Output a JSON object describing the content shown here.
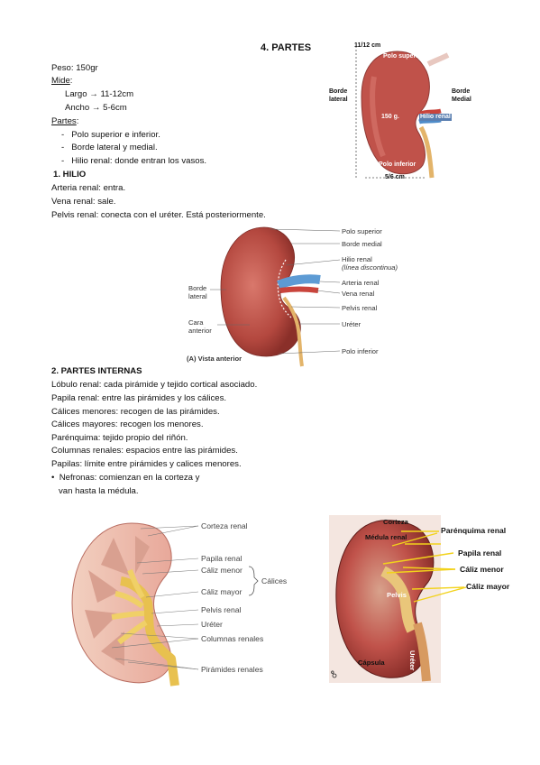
{
  "title": "4. PARTES",
  "peso": "Peso: 150gr",
  "mide": {
    "label": "Mide",
    "largo": "Largo → 11-12cm",
    "ancho": "Ancho → 5-6cm"
  },
  "partes": {
    "label": "Partes",
    "items": [
      "Polo superior e inferior.",
      "Borde lateral y medial.",
      "Hilio renal: donde entran los vasos."
    ]
  },
  "hilio": {
    "heading": "1.   HILIO",
    "lines": [
      "Arteria renal: entra.",
      "Vena renal: sale.",
      "Pelvis renal: conecta con el uréter. Está posteriormente."
    ]
  },
  "internas": {
    "heading": "2. PARTES INTERNAS",
    "lines": [
      "Lóbulo renal: cada pirámide y tejido cortical asociado.",
      "Papila renal: entre las pirámides y los cálices.",
      "Cálices menores: recogen de las pirámides.",
      "Cálices mayores: recogen los menores.",
      "Parénquima: tejido propio del riñón.",
      "Columnas renales: espacios entre las pirámides.",
      "Papilas:   límite entre pirámides y calices menores."
    ],
    "nefronas_1": "Nefronas: comienzan en la corteza y",
    "nefronas_2": "van hasta la médula."
  },
  "fig1": {
    "top": "11/12 cm",
    "polo_superior": "Polo superior",
    "borde_lateral_1": "Borde",
    "borde_lateral_2": "lateral",
    "borde_medial_1": "Borde",
    "borde_medial_2": "Medial",
    "peso": "150 g.",
    "hilio": "Hilio renal",
    "polo_inferior": "Polo inferior",
    "bottom": "5/6 cm"
  },
  "fig2": {
    "polo_superior": "Polo superior",
    "borde_medial": "Borde medial",
    "hilio_1": "Hilio renal",
    "hilio_2": "(línea discontinua)",
    "arteria": "Arteria renal",
    "vena": "Vena renal",
    "pelvis": "Pelvis renal",
    "ureter": "Uréter",
    "polo_inferior": "Polo inferior",
    "borde_lateral_1": "Borde",
    "borde_lateral_2": "lateral",
    "cara_1": "Cara",
    "cara_2": "anterior",
    "caption": "(A) Vista anterior"
  },
  "fig3": {
    "corteza": "Corteza renal",
    "papila": "Papila renal",
    "caliz_menor": "Cáliz menor",
    "caliz_mayor": "Cáliz mayor",
    "calices": "Cálices",
    "pelvis": "Pelvis renal",
    "ureter": "Uréter",
    "columnas": "Columnas renales",
    "piramides": "Pirámides renales"
  },
  "fig4": {
    "corteza": "Corteza",
    "medula": "Médula renal",
    "parenquima": "Parénquima renal",
    "papila": "Papila renal",
    "caliz_menor": "Cáliz menor",
    "caliz_mayor": "Cáliz mayor",
    "pelvis": "Pelvis",
    "capsula": "Cápsula",
    "ureter_v": "Uréter",
    "corner": "o"
  },
  "colors": {
    "kidney": "#c0524a",
    "kidney_dark": "#8f3a35",
    "artery": "#c9443c",
    "vein": "#4f8cc9",
    "ureter": "#e3b46a",
    "callout_yellow": "#f2d21b"
  }
}
